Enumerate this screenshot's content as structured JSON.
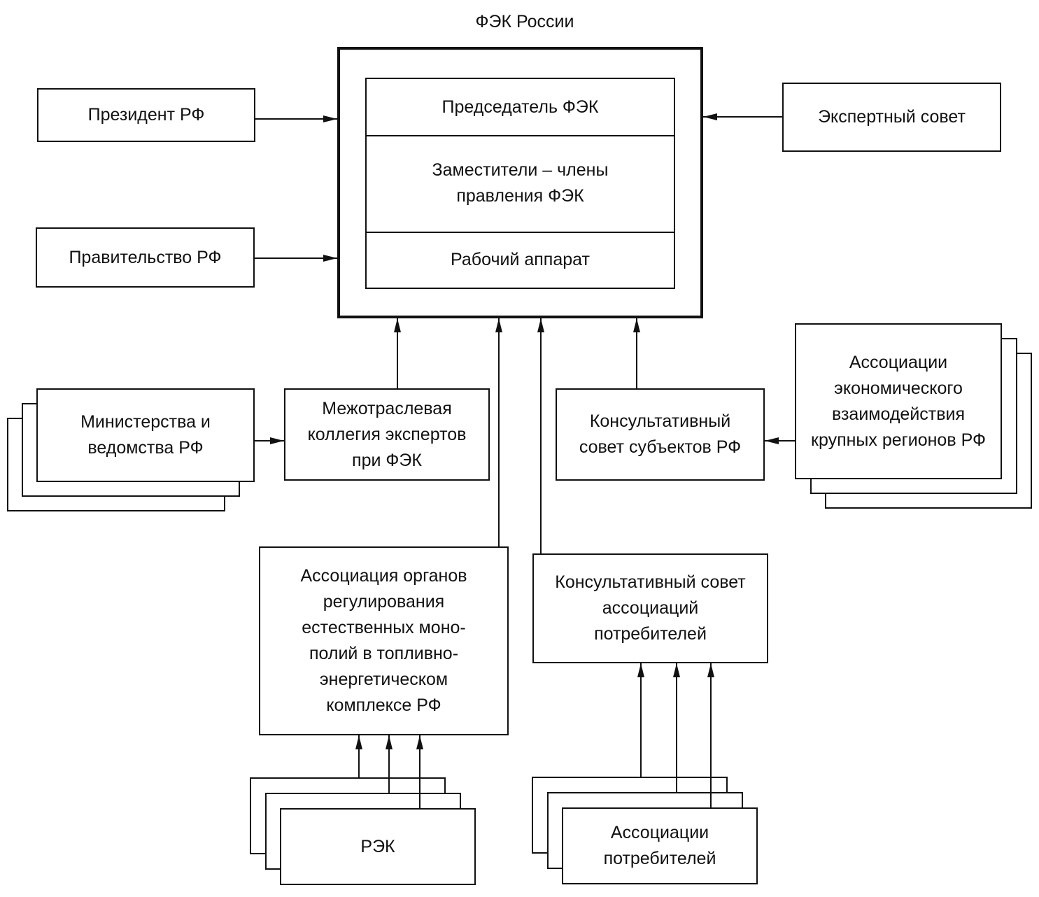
{
  "title": "ФЭК России",
  "fek": {
    "chairman": "Председатель ФЭК",
    "deputies": "Заместители – члены правления ФЭК",
    "staff": "Рабочий аппарат"
  },
  "boxes": {
    "president": "Президент  РФ",
    "government": "Правительство  РФ",
    "expert_council": "Экспертный совет",
    "ministries": "Министерства и ведомства РФ",
    "intersectoral_board": "Межотраслевая коллегия экспертов при ФЭК",
    "consultative_subjects": "Консультативный совет  субъектов РФ",
    "regional_associations": "Ассоциации экономического взаимодействия крупных регионов РФ",
    "regulators_association": "Ассоциация органов регулирования естественных моно-полий в топливно-энергетическом комплексе РФ",
    "consumer_council": "Консультативный совет ассоциаций потребителей",
    "rek": "РЭК",
    "consumer_associations": "Ассоциации потребителей"
  },
  "colors": {
    "line": "#111111",
    "background": "#ffffff"
  }
}
